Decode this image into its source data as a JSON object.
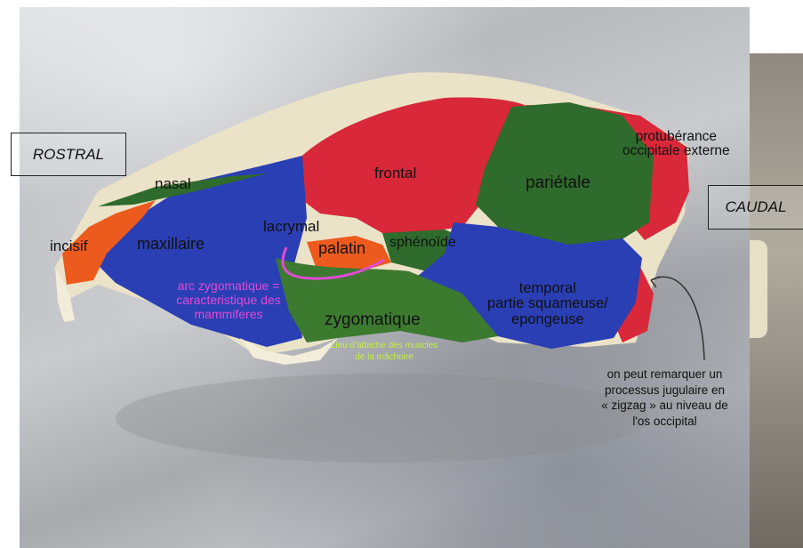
{
  "orientation": {
    "rostral": "ROSTRAL",
    "caudal": "CAUDAL"
  },
  "bones": {
    "nasal": "nasal",
    "frontal": "frontal",
    "parietale": "pariétale",
    "protuberance_line1": "protubérance",
    "protuberance_line2": "occipitale externe",
    "incisif": "incisif",
    "maxillaire": "maxillaire",
    "lacrymal": "lacrymal",
    "palatin": "palatin",
    "sphenoide": "sphénoïde",
    "temporal_line1": "temporal",
    "temporal_line2": "partie squameuse/",
    "temporal_line3": "epongeuse",
    "zygomatique": "zygomatique"
  },
  "annotations": {
    "arc_line1": "arc zygomatique =",
    "arc_line2": "caracteristique des",
    "arc_line3": "mammiferes",
    "attache_line1": "Lieu d'attache des muscles",
    "attache_line2": "de la mâchoire",
    "jugulaire_line1": "on peut remarquer un",
    "jugulaire_line2": "processus jugulaire en",
    "jugulaire_line3": "« zigzag » au niveau de",
    "jugulaire_line4": "l'os occipital"
  },
  "colors": {
    "red": "#d8283a",
    "blue": "#2a3fb4",
    "green": "#2f6b2c",
    "orange": "#ec5a1e",
    "bone": "#ebe3c8",
    "pink_annotation": "#e34ad4",
    "lime_annotation": "#c5f04a"
  }
}
